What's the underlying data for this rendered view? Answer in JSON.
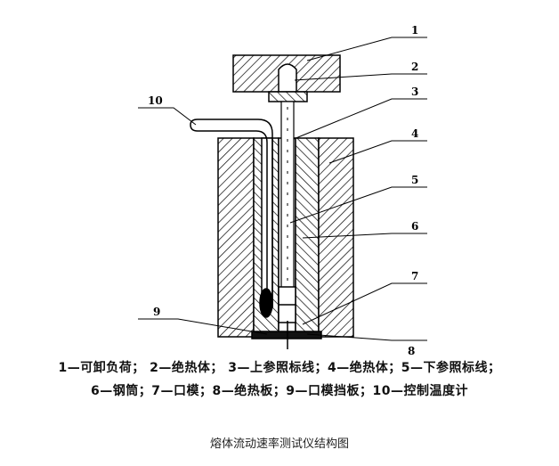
{
  "labels": [
    "1",
    "2",
    "3",
    "4",
    "5",
    "6",
    "7",
    "8",
    "9",
    "10"
  ],
  "legend": {
    "line1": "1—可卸负荷； 2—绝热体； 3—上参照标线；4—绝热体；5—下参照标线；",
    "line2": "6—钢筒；7—口模；8—绝热板；9—口模挡板；10—控制温度计"
  },
  "caption": "熔体流动速率测试仪结构图"
}
